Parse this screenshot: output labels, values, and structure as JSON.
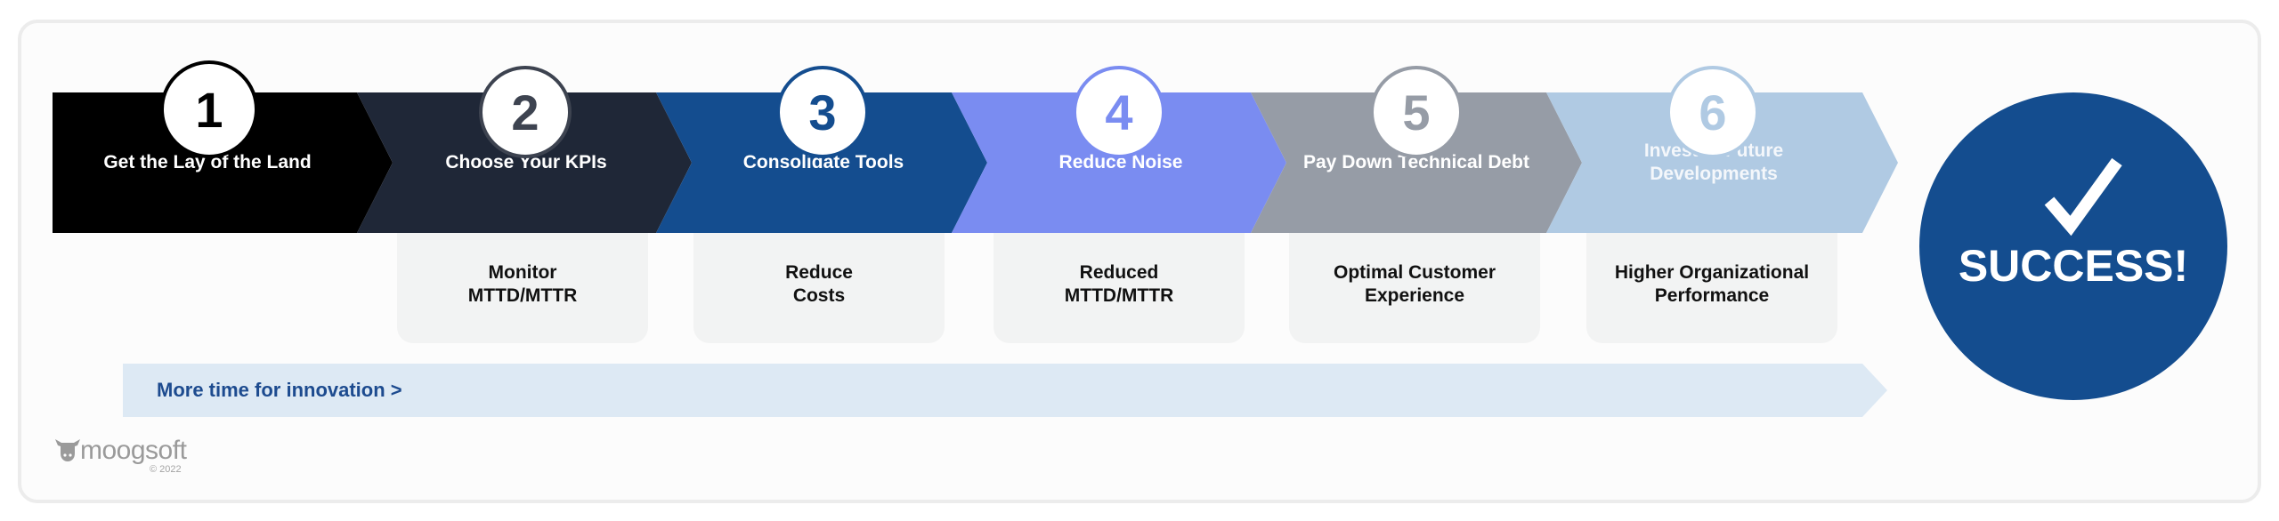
{
  "steps": [
    {
      "number": "1",
      "label": "Get the Lay of the Land",
      "color": "#000000",
      "number_color": "#000000",
      "border_color": "#000000",
      "label_color": "#ffffff"
    },
    {
      "number": "2",
      "label": "Choose Your KPIs",
      "color": "#1f2737",
      "number_color": "#3d4350",
      "border_color": "#3d4350",
      "label_color": "#ffffff"
    },
    {
      "number": "3",
      "label": "Consolidate Tools",
      "color": "#144d8f",
      "number_color": "#144d8f",
      "border_color": "#144d8f",
      "label_color": "#ffffff"
    },
    {
      "number": "4",
      "label": "Reduce Noise",
      "color": "#7a8cf1",
      "number_color": "#7a8cf1",
      "border_color": "#7a8cf1",
      "label_color": "#ffffff"
    },
    {
      "number": "5",
      "label": "Pay Down Technical Debt",
      "color": "#969ca6",
      "number_color": "#969ca6",
      "border_color": "#969ca6",
      "label_color": "#ffffff"
    },
    {
      "number": "6",
      "label": "Invest in Future Developments",
      "color": "#b0cae3",
      "number_color": "#b0cae3",
      "border_color": "#b0cae3",
      "label_color": "#f4f7fb"
    }
  ],
  "outcomes": [
    {
      "line1": "Monitor",
      "line2": "MTTD/MTTR"
    },
    {
      "line1": "Reduce",
      "line2": "Costs"
    },
    {
      "line1": "Reduced",
      "line2": "MTTD/MTTR"
    },
    {
      "line1": "Optimal Customer",
      "line2": "Experience"
    },
    {
      "line1": "Higher Organizational",
      "line2": "Performance"
    }
  ],
  "banner": {
    "text": "More time for innovation >",
    "color": "#dde9f4"
  },
  "success": {
    "text": "SUCCESS!",
    "color": "#144d8f",
    "icon": "checkmark-icon"
  },
  "brand": {
    "name": "moogsoft",
    "copyright": "© 2022",
    "icon": "moogsoft-cow-logo"
  }
}
